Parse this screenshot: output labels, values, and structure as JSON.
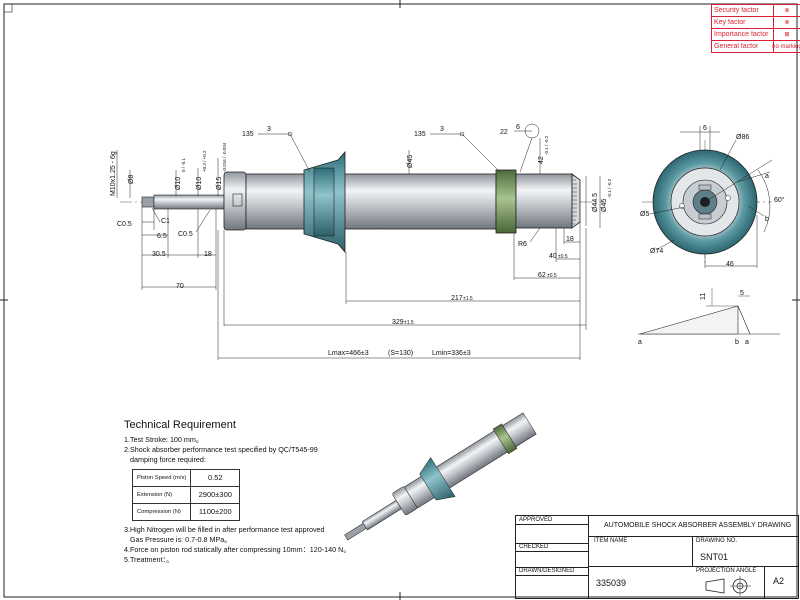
{
  "legend": [
    {
      "label": "Security factor",
      "symbol": "circle-x-icon"
    },
    {
      "label": "Key factor",
      "symbol": "circle-x-icon"
    },
    {
      "label": "Importance factor",
      "symbol": "square-x-icon"
    },
    {
      "label": "General factor",
      "symbol_text": "no marking"
    }
  ],
  "dimensions": {
    "thread": "M10x1.25 - 6g",
    "d8": "Ø8",
    "d10": "Ø10",
    "d10_tol": "0 / -0.1",
    "d10b": "Ø10",
    "d10b_tol": "+0.3 / +0.2",
    "d15": "Ø15",
    "d15_tol": "-0.016 / -0.034",
    "d45": "Ø45",
    "d44_5": "Ø44.5",
    "d45b": "Ø45",
    "d45b_tol": "-0.1 / -0.2",
    "d42": "42",
    "d42_tol": "-0.1 / -0.2",
    "c05a": "C0.5",
    "c1": "C1",
    "c05b": "C0.5",
    "l6_5": "6.5",
    "l30_5": "30.5",
    "l18": "18",
    "l70": "70",
    "l217": "217",
    "l217_tol": "±1.5",
    "l329": "329",
    "l329_tol": "±1.5",
    "lmax": "Lmax=466±3",
    "stroke": "(S=130)",
    "lmin": "Lmin=336±3",
    "r6": "R6",
    "l18b": "18",
    "l40": "40",
    "l40_tol": "±0.5",
    "l62": "62",
    "l62_tol": "±0.5",
    "weld135a": "135",
    "weld3a": "3",
    "weld135b": "135",
    "weld3b": "3",
    "weld22": "22",
    "weld6": "6",
    "e6": "6",
    "e86": "Ø86",
    "e5": "Ø5",
    "e74": "Ø74",
    "e60": "60°",
    "e46": "46",
    "ea": "a",
    "eb": "b",
    "d11": "11",
    "d5": "5",
    "da": "a",
    "db": "b",
    "da2": "a"
  },
  "tech": {
    "title": "Technical Requirement",
    "item1": "1.Test Stroke: 100 mm。",
    "item2": "2.Shock absorber performance test specified by QC/T545-99",
    "item2b": "damping force required:",
    "table": [
      {
        "label": "Piston Speed (m/s)",
        "value": "0.52"
      },
      {
        "label": "Extension (N)",
        "value": "2900±300"
      },
      {
        "label": "Compression (N)",
        "value": "1100±200"
      }
    ],
    "item3": "3.High Nitrogen will be filled in after performance test approved",
    "item3b": "Gas Pressure is: 0.7-0.8 MPa。",
    "item4": "4.Force on piston rod statically after compressing 10mm：120-140 N。",
    "item5": "5.Treatment：。"
  },
  "titleblock": {
    "approved": "APPROVED",
    "checked": "CHECKED",
    "drawn": "DRAWN/DESIGNED",
    "title": "AUTOMOBILE SHOCK ABSORBER ASSEMBLY DRAWING",
    "item_name": "ITEM NAME",
    "drawing_no_label": "DRAWING NO.",
    "drawing_no": "SNT01",
    "projection_label": "PROJECTION ANGLE",
    "number": "335039",
    "size": "A2"
  },
  "colors": {
    "line": "#222222",
    "red": "#dd2233",
    "teal": "#4a8f9a",
    "green": "#7a9a5a",
    "cylinder": "#c9cdd2"
  }
}
